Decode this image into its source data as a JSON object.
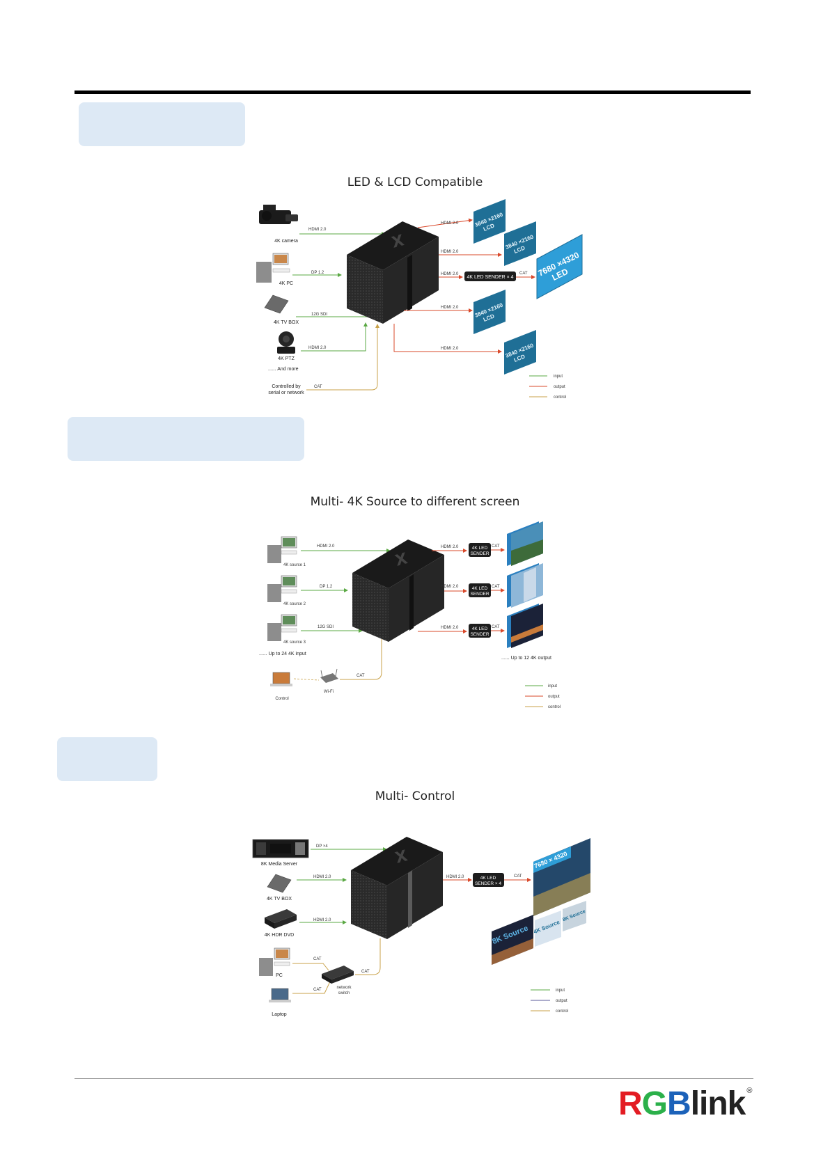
{
  "colors": {
    "input": "#5aa843",
    "output": "#d9482a",
    "control": "#c9a24a",
    "tab": "#dde9f5",
    "panel": "#1f6f96",
    "panel_light": "#2e9ed8"
  },
  "diagram1": {
    "title": "LED & LCD Compatible",
    "sources": [
      {
        "label": "4K camera",
        "link": "HDMI 2.0",
        "icon": "camera-icon"
      },
      {
        "label": "4K PC",
        "link": "DP 1.2",
        "icon": "pc-icon"
      },
      {
        "label": "4K TV BOX",
        "link": "12G SDI",
        "icon": "tvbox-icon"
      },
      {
        "label": "4K PTZ",
        "link": "HDMI 2.0",
        "icon": "ptz-camera-icon"
      }
    ],
    "more": "...... And more",
    "control": {
      "label_line1": "Controlled by",
      "label_line2": "serial or network",
      "link": "CAT"
    },
    "outputs": [
      {
        "link": "HDMI 2.0",
        "screen_line1": "3840 ×2160",
        "screen_line2": "LCD"
      },
      {
        "link": "HDMI 2.0",
        "screen_line1": "3840 ×2160",
        "screen_line2": "LCD"
      },
      {
        "link": "HDMI 2.0",
        "sender": "4K LED SENDER × 4",
        "sender_link": "CAT",
        "screen_line1": "7680 ×4320",
        "screen_line2": "LED"
      },
      {
        "link": "HDMI 2.0",
        "screen_line1": "3840 ×2160",
        "screen_line2": "LCD"
      },
      {
        "link": "HDMI 2.0",
        "screen_line1": "3840 ×2160",
        "screen_line2": "LCD"
      }
    ],
    "legend": [
      "input",
      "output",
      "control"
    ]
  },
  "diagram2": {
    "title": "Multi- 4K Source to different screen",
    "sources": [
      {
        "label": "4K source 1",
        "link": "HDMI 2.0"
      },
      {
        "label": "4K source 2",
        "link": "DP 1.2"
      },
      {
        "label": "4K source 3",
        "link": "12G SDI"
      }
    ],
    "more_in": "...... Up to 24 4K input",
    "outputs": [
      {
        "link": "HDMI 2.0",
        "sender_line1": "4K LED",
        "sender_line2": "SENDER",
        "sender_link": "CAT"
      },
      {
        "link": "HDMI 2.0",
        "sender_line1": "4K LED",
        "sender_line2": "SENDER",
        "sender_link": "CAT"
      },
      {
        "link": "HDMI 2.0",
        "sender_line1": "4K LED",
        "sender_line2": "SENDER",
        "sender_link": "CAT"
      }
    ],
    "more_out": "...... Up to 12 4K output",
    "control": {
      "laptop": "Control",
      "wifi": "Wi-Fi",
      "link": "CAT"
    },
    "legend": [
      "input",
      "output",
      "control"
    ]
  },
  "diagram3": {
    "title": "Multi- Control",
    "sources": [
      {
        "label": "8K Media Server",
        "link": "DP ×4"
      },
      {
        "label": "4K TV BOX",
        "link": "HDMI 2.0"
      },
      {
        "label": "4K HDR DVD",
        "link": "HDMI 2.0"
      }
    ],
    "output": {
      "link": "HDMI 2.0",
      "sender_line1": "4K LED",
      "sender_line2": "SENDER × 4",
      "sender_link": "CAT",
      "screen": "7680 × 4320"
    },
    "small_screens": [
      "8K Source",
      "4K Source",
      "8K Source"
    ],
    "control": {
      "pc": "PC",
      "laptop": "Laptop",
      "switch_line1": "network",
      "switch_line2": "switch",
      "pc_link": "CAT",
      "laptop_link": "CAT",
      "switch_link": "CAT"
    },
    "legend": [
      "input",
      "output",
      "control"
    ]
  },
  "logo": {
    "r": "R",
    "g": "G",
    "b": "B",
    "rest": "link",
    "reg": "®"
  }
}
